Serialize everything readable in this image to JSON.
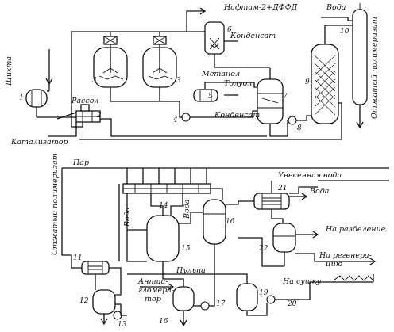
{
  "labels": {
    "naftam": "Нафтам-2+ДФФД",
    "voda_top": "Вода",
    "shikhta": "Шихта",
    "kondensat_top": "Конденсат",
    "metanol": "Метанол",
    "toluol": "Толуол",
    "rassol": "Рассол",
    "kondensat_mid": "Конденсат",
    "katalizator": "Катализатор",
    "otzhaty_top": "Отжатый полимеризат",
    "par": "Пар",
    "unesennaya_voda": "Унесенная вода",
    "voda_right": "Вода",
    "voda_left_vert": "Вода",
    "voda_mid_vert": "Вода",
    "otzhaty_left": "Отжатый полимеризат",
    "na_razdelenie": "На разделение",
    "na_regenera": "На регенера-",
    "tsiyu": "цию",
    "pulpa": "Пульпа",
    "na_sushku": "На сушку",
    "antiaglo_1": "Антиа-",
    "antiaglo_2": "гломера-",
    "antiaglo_3": "тор"
  },
  "numbers": {
    "n1": "1",
    "n2": "2",
    "n3a": "3",
    "n3b": "3",
    "n4": "4",
    "n5": "5",
    "n6": "6",
    "n7": "7",
    "n8": "8",
    "n9": "9",
    "n10": "10",
    "n11": "11",
    "n12": "12",
    "n13": "13",
    "n14": "14",
    "n15": "15",
    "n16a": "16",
    "n16b": "16",
    "n17": "17",
    "n19": "19",
    "n20": "20",
    "n21": "21",
    "n22": "22"
  }
}
